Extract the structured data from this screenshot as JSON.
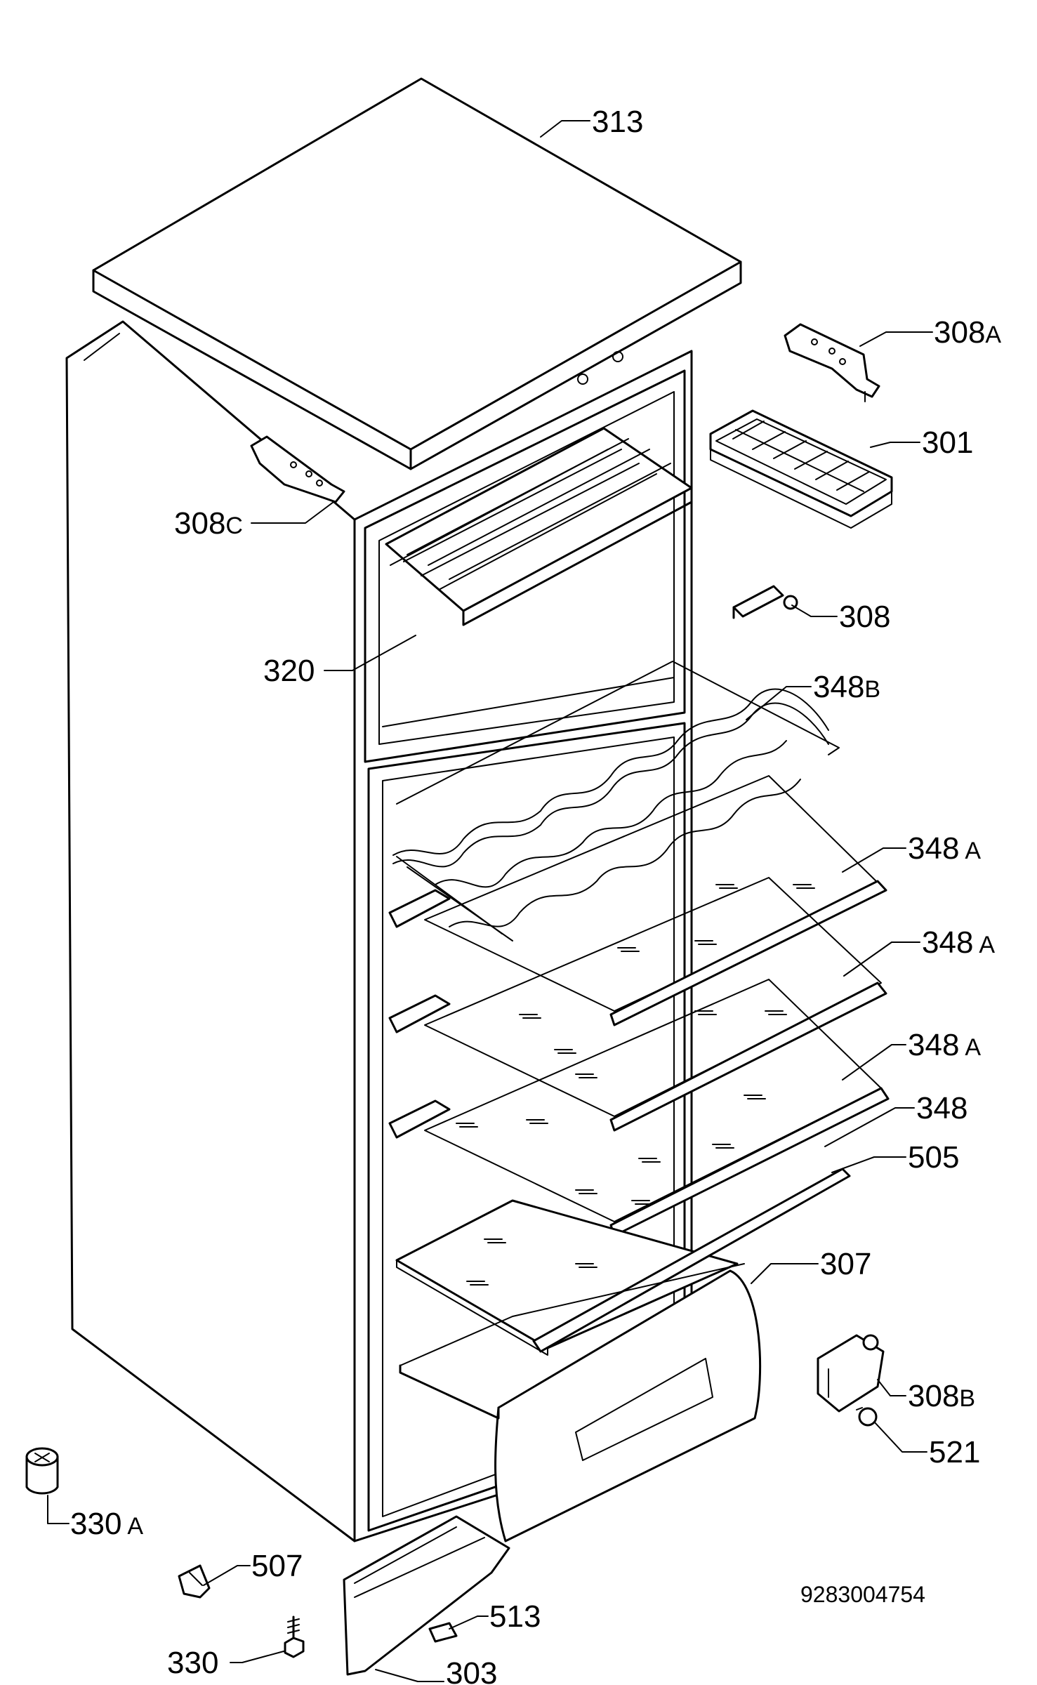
{
  "callouts": {
    "c313": "313",
    "c308a": "308",
    "c308a_sfx": "A",
    "c301": "301",
    "c308c": "308",
    "c308c_sfx": "C",
    "c308": "308",
    "c320": "320",
    "c348b": "348",
    "c348b_sfx": "B",
    "c348a_1": "348",
    "c348a_1_sfx": "A",
    "c348a_2": "348",
    "c348a_2_sfx": "A",
    "c348a_3": "348",
    "c348a_3_sfx": "A",
    "c348": "348",
    "c505": "505",
    "c307": "307",
    "c308b": "308",
    "c308b_sfx": "B",
    "c521": "521",
    "c330a": "330",
    "c330a_sfx": "A",
    "c507": "507",
    "c513": "513",
    "c330": "330",
    "c303": "303"
  },
  "drawing_number": "9283004754"
}
